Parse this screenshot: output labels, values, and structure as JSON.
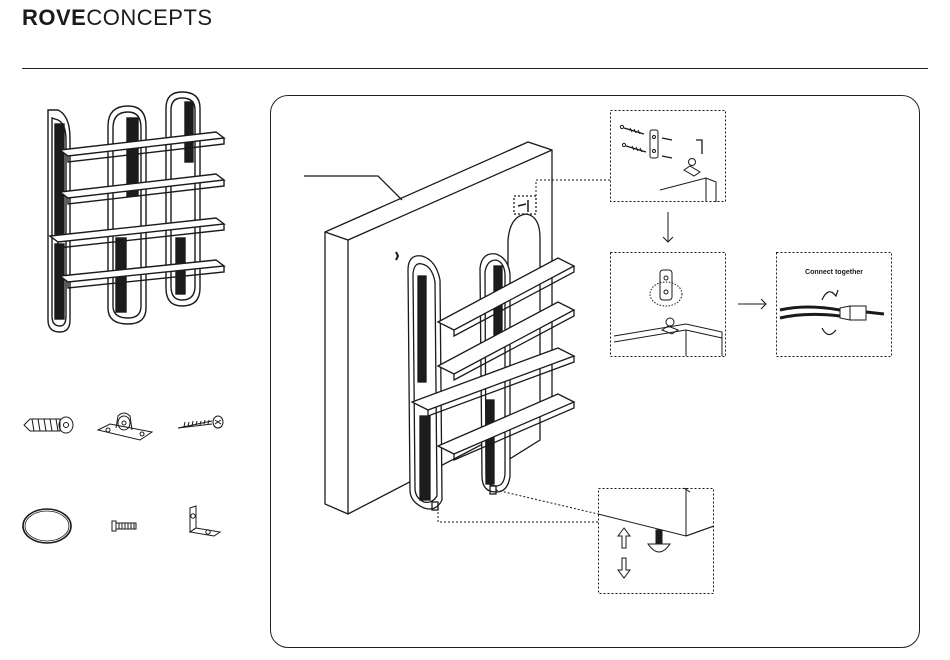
{
  "header": {
    "brand_bold": "ROVE",
    "brand_light": "CONCEPTS"
  },
  "callouts": {
    "connect_label": "Connect together"
  },
  "colors": {
    "ink": "#1a1a1a",
    "fill_dark": "#1c1c1c",
    "paper": "#ffffff"
  },
  "parts": [
    {
      "icon": "wall-anchor-icon"
    },
    {
      "icon": "pulley-bracket-icon"
    },
    {
      "icon": "wood-screw-icon"
    },
    {
      "icon": "wire-loop-icon"
    },
    {
      "icon": "bolt-icon"
    },
    {
      "icon": "l-bracket-icon"
    }
  ]
}
